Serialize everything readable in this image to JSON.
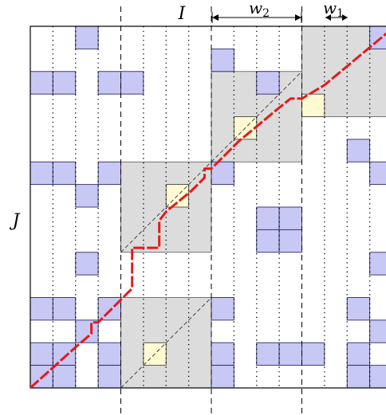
{
  "labels": {
    "I": "I",
    "J": "J",
    "w2": "w",
    "w2_sub": "2",
    "w1": "w",
    "w1_sub": "1"
  },
  "colors": {
    "cell": "#c8c8f5",
    "cell_stroke": "#2b2b66",
    "region": "#dcdcdc",
    "highlight": "#fffad2",
    "path": "#e41a1c",
    "line": "#000000"
  },
  "grid": {
    "columns": 16,
    "rows": 16
  },
  "blue_cells": [
    [
      0,
      2
    ],
    [
      1,
      2
    ],
    [
      2,
      0
    ],
    [
      3,
      2
    ],
    [
      4,
      2
    ],
    [
      0,
      6
    ],
    [
      1,
      6
    ],
    [
      2,
      7
    ],
    [
      3,
      6
    ],
    [
      2,
      10
    ],
    [
      0,
      12
    ],
    [
      1,
      12
    ],
    [
      2,
      13
    ],
    [
      3,
      12
    ],
    [
      0,
      14
    ],
    [
      1,
      14
    ],
    [
      3,
      14
    ],
    [
      0,
      15
    ],
    [
      1,
      15
    ],
    [
      3,
      15
    ],
    [
      8,
      1
    ],
    [
      8,
      6
    ],
    [
      8,
      12
    ],
    [
      8,
      14
    ],
    [
      8,
      15
    ],
    [
      10,
      2
    ],
    [
      10,
      14
    ],
    [
      11,
      14
    ],
    [
      12,
      14
    ],
    [
      10,
      8
    ],
    [
      11,
      8
    ],
    [
      10,
      9
    ],
    [
      11,
      9
    ],
    [
      14,
      5
    ],
    [
      14,
      12
    ],
    [
      14,
      14
    ],
    [
      14,
      15
    ],
    [
      15,
      0
    ],
    [
      15,
      6
    ],
    [
      15,
      10
    ],
    [
      15,
      13
    ],
    [
      15,
      15
    ]
  ],
  "gray_regions": [
    {
      "c": 4,
      "r": 6,
      "w": 4,
      "h": 4
    },
    {
      "c": 4,
      "r": 12,
      "w": 4,
      "h": 4
    },
    {
      "c": 8,
      "r": 2,
      "w": 4,
      "h": 4
    },
    {
      "c": 12,
      "r": 0,
      "w": 4,
      "h": 4
    }
  ],
  "highlight_cells": [
    [
      6,
      7
    ],
    [
      5,
      14
    ],
    [
      9,
      4
    ],
    [
      12,
      3
    ]
  ],
  "dashed_diagonals": [
    [
      4,
      10,
      8,
      6
    ],
    [
      4,
      16,
      8,
      12
    ],
    [
      8,
      6,
      12,
      2
    ]
  ],
  "path_points": [
    [
      0,
      16
    ],
    [
      2,
      14.2
    ],
    [
      2.7,
      13.6
    ],
    [
      2.7,
      13.1
    ],
    [
      3,
      13.1
    ],
    [
      4.5,
      11.6
    ],
    [
      4.5,
      9.8
    ],
    [
      5.7,
      9.8
    ],
    [
      5.7,
      8.6
    ],
    [
      6,
      8.2
    ],
    [
      7.1,
      7.3
    ],
    [
      7.7,
      6.7
    ],
    [
      7.7,
      6.3
    ],
    [
      8,
      6.3
    ],
    [
      9.2,
      5.1
    ],
    [
      9.8,
      4.6
    ],
    [
      11,
      3.6
    ],
    [
      11.5,
      3.2
    ],
    [
      12,
      3.2
    ],
    [
      13,
      2.6
    ],
    [
      16,
      0.1
    ]
  ]
}
